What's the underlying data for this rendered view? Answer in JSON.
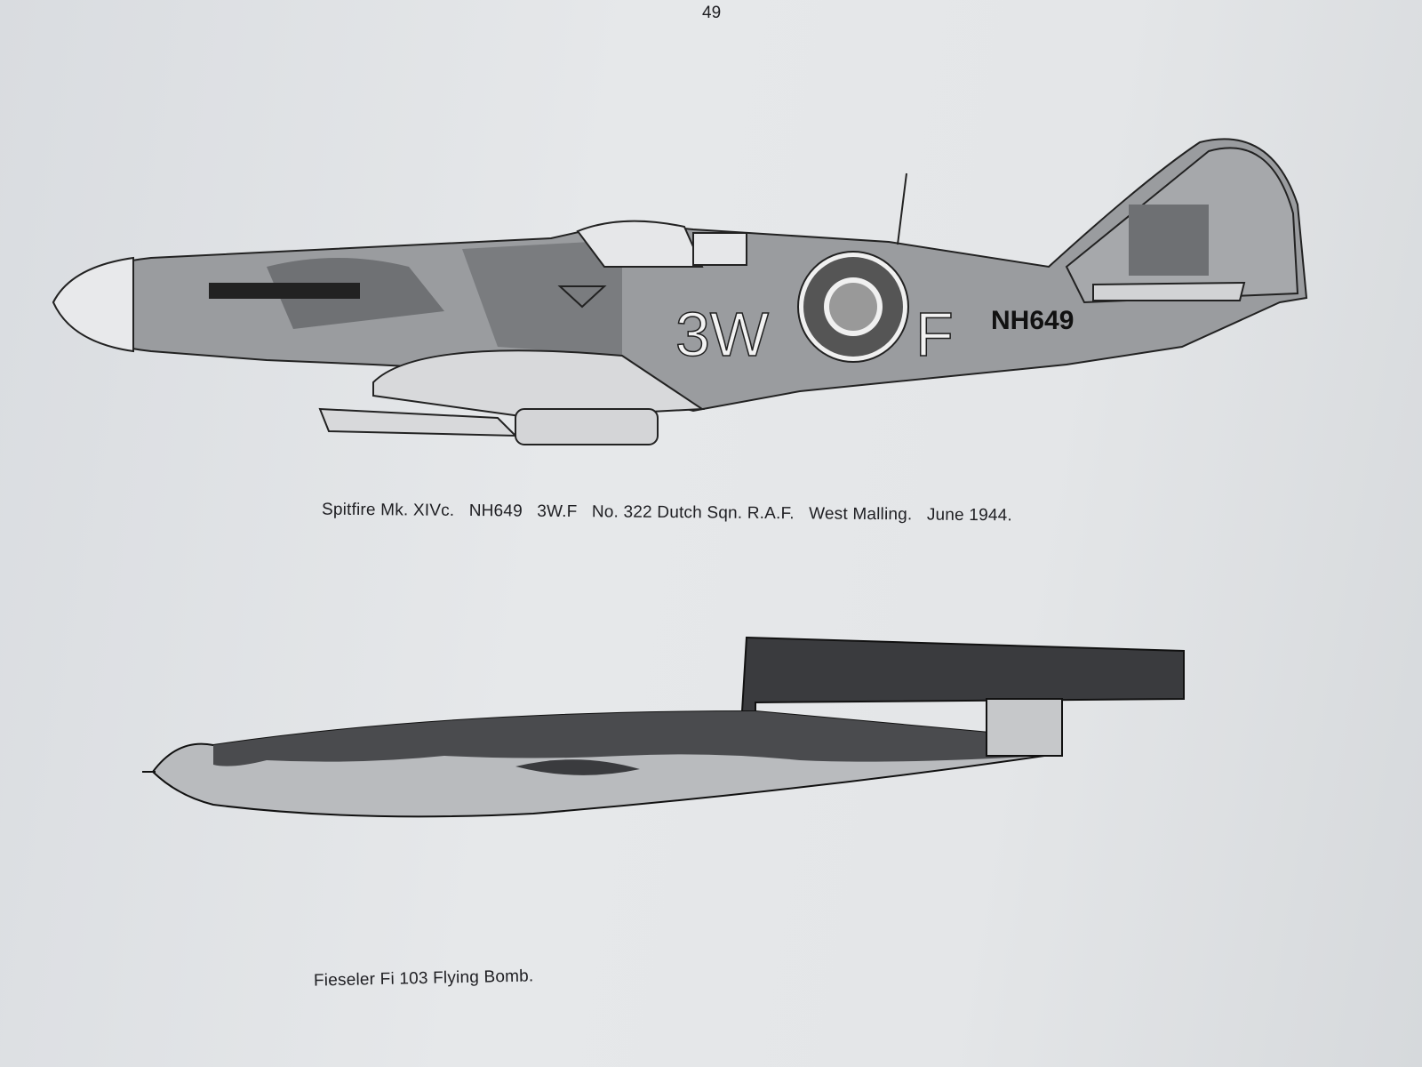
{
  "page_number": "49",
  "figures": [
    {
      "caption": "Spitfire Mk. XIVc.   NH649   3W.F   No. 322 Dutch Sqn. R.A.F.   West Malling.   June 1944.",
      "markings": {
        "code_left": "3W",
        "code_right": "F",
        "serial": "NH649"
      }
    },
    {
      "caption": "Fieseler Fi 103 Flying Bomb."
    }
  ]
}
